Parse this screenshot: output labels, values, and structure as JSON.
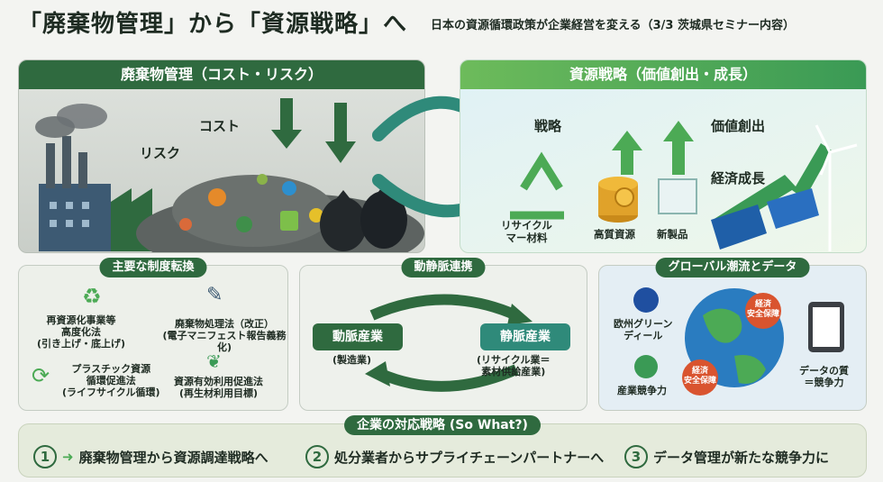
{
  "header": {
    "title": "「廃棄物管理」から「資源戦略」へ",
    "subtitle": "日本の資源循環政策が企業経営を変える（3/3 茨城県セミナー内容）"
  },
  "left_panel": {
    "heading": "廃棄物管理（コスト・リスク）",
    "labels": [
      "コスト",
      "リスク"
    ]
  },
  "right_panel": {
    "heading": "資源戦略（価値創出・成長）",
    "labels": {
      "strategy": "戦略",
      "value": "価値創出",
      "growth": "経済成長",
      "recycle": "リサイクル\nマー材料",
      "resource": "高質資源",
      "product": "新製品"
    }
  },
  "policy_panel": {
    "heading": "主要な制度転換",
    "items": [
      "再資源化事業等\n高度化法\n(引き上げ・底上げ)",
      "廃棄物処理法（改正）\n(電子マニフェスト報告義務化)",
      "プラスチック資源\n循環促進法\n(ライフサイクル循環)",
      "資源有効利用促進法\n(再生材利用目標)"
    ]
  },
  "flow_panel": {
    "heading": "動静脈連携",
    "artery": "動脈産業",
    "artery_sub": "(製造業)",
    "vein": "静脈産業",
    "vein_sub": "(リサイクル業＝\n素材供給産業)"
  },
  "global_panel": {
    "heading": "グローバル潮流とデータ",
    "eu": "欧州グリーン\nディール",
    "industry": "産業競争力",
    "econ_badge": "経済\n安全保障",
    "data": "データの質\n＝競争力"
  },
  "bottom": {
    "heading": "企業の対応戦略 (So What?)",
    "steps": [
      {
        "num": "1",
        "text": "廃棄物管理から資源調達戦略へ"
      },
      {
        "num": "2",
        "text": "処分業者からサプライチェーンパートナーへ"
      },
      {
        "num": "3",
        "text": "データ管理が新たな競争力に"
      }
    ]
  },
  "colors": {
    "dark_green": "#2f6a3f",
    "green": "#4caa55",
    "teal": "#2f8a7a",
    "blue": "#1f5fa8"
  }
}
